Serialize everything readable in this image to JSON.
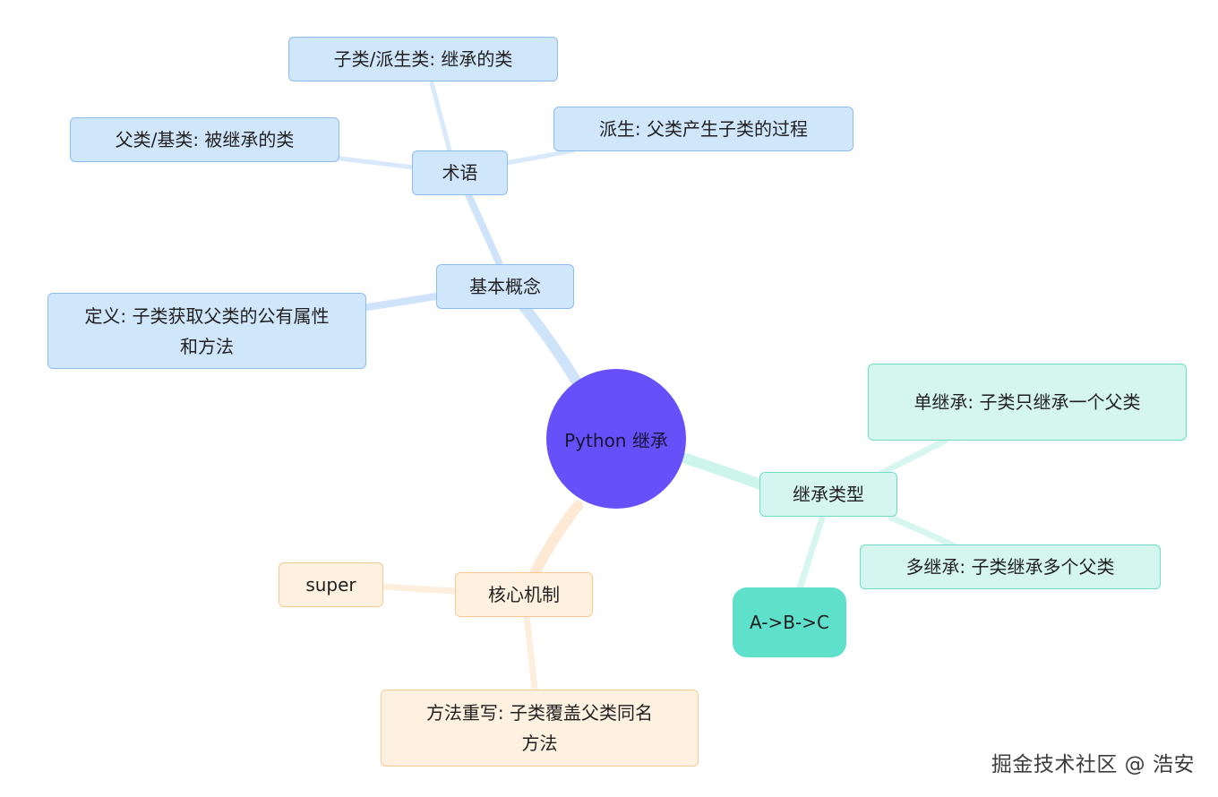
{
  "mindmap": {
    "root": "Python 继承",
    "branches": {
      "basics": {
        "label": "基本概念",
        "definition": "定义: 子类获取父类的公有属性和方法",
        "terms": {
          "label": "术语",
          "subclass": "子类/派生类: 继承的类",
          "parent": "父类/基类: 被继承的类",
          "derive": "派生: 父类产生子类的过程"
        }
      },
      "types": {
        "label": "继承类型",
        "single": "单继承: 子类只继承一个父类",
        "multiple": "多继承: 子类继承多个父类",
        "chain": "A->B->C"
      },
      "mechanism": {
        "label": "核心机制",
        "super": "super",
        "override": "方法重写: 子类覆盖父类同名方法"
      }
    }
  },
  "watermark": "掘金技术社区 @ 浩安",
  "colors": {
    "root": "#6650fa",
    "blue_fill": "#d0e6fb",
    "blue_edge": "#cfe4fa",
    "teal_fill": "#d4f6ee",
    "teal_edge": "#cdf5ec",
    "teal_solid": "#5fe0cb",
    "orange_fill": "#fff1e0",
    "orange_edge": "#fde9d4"
  }
}
